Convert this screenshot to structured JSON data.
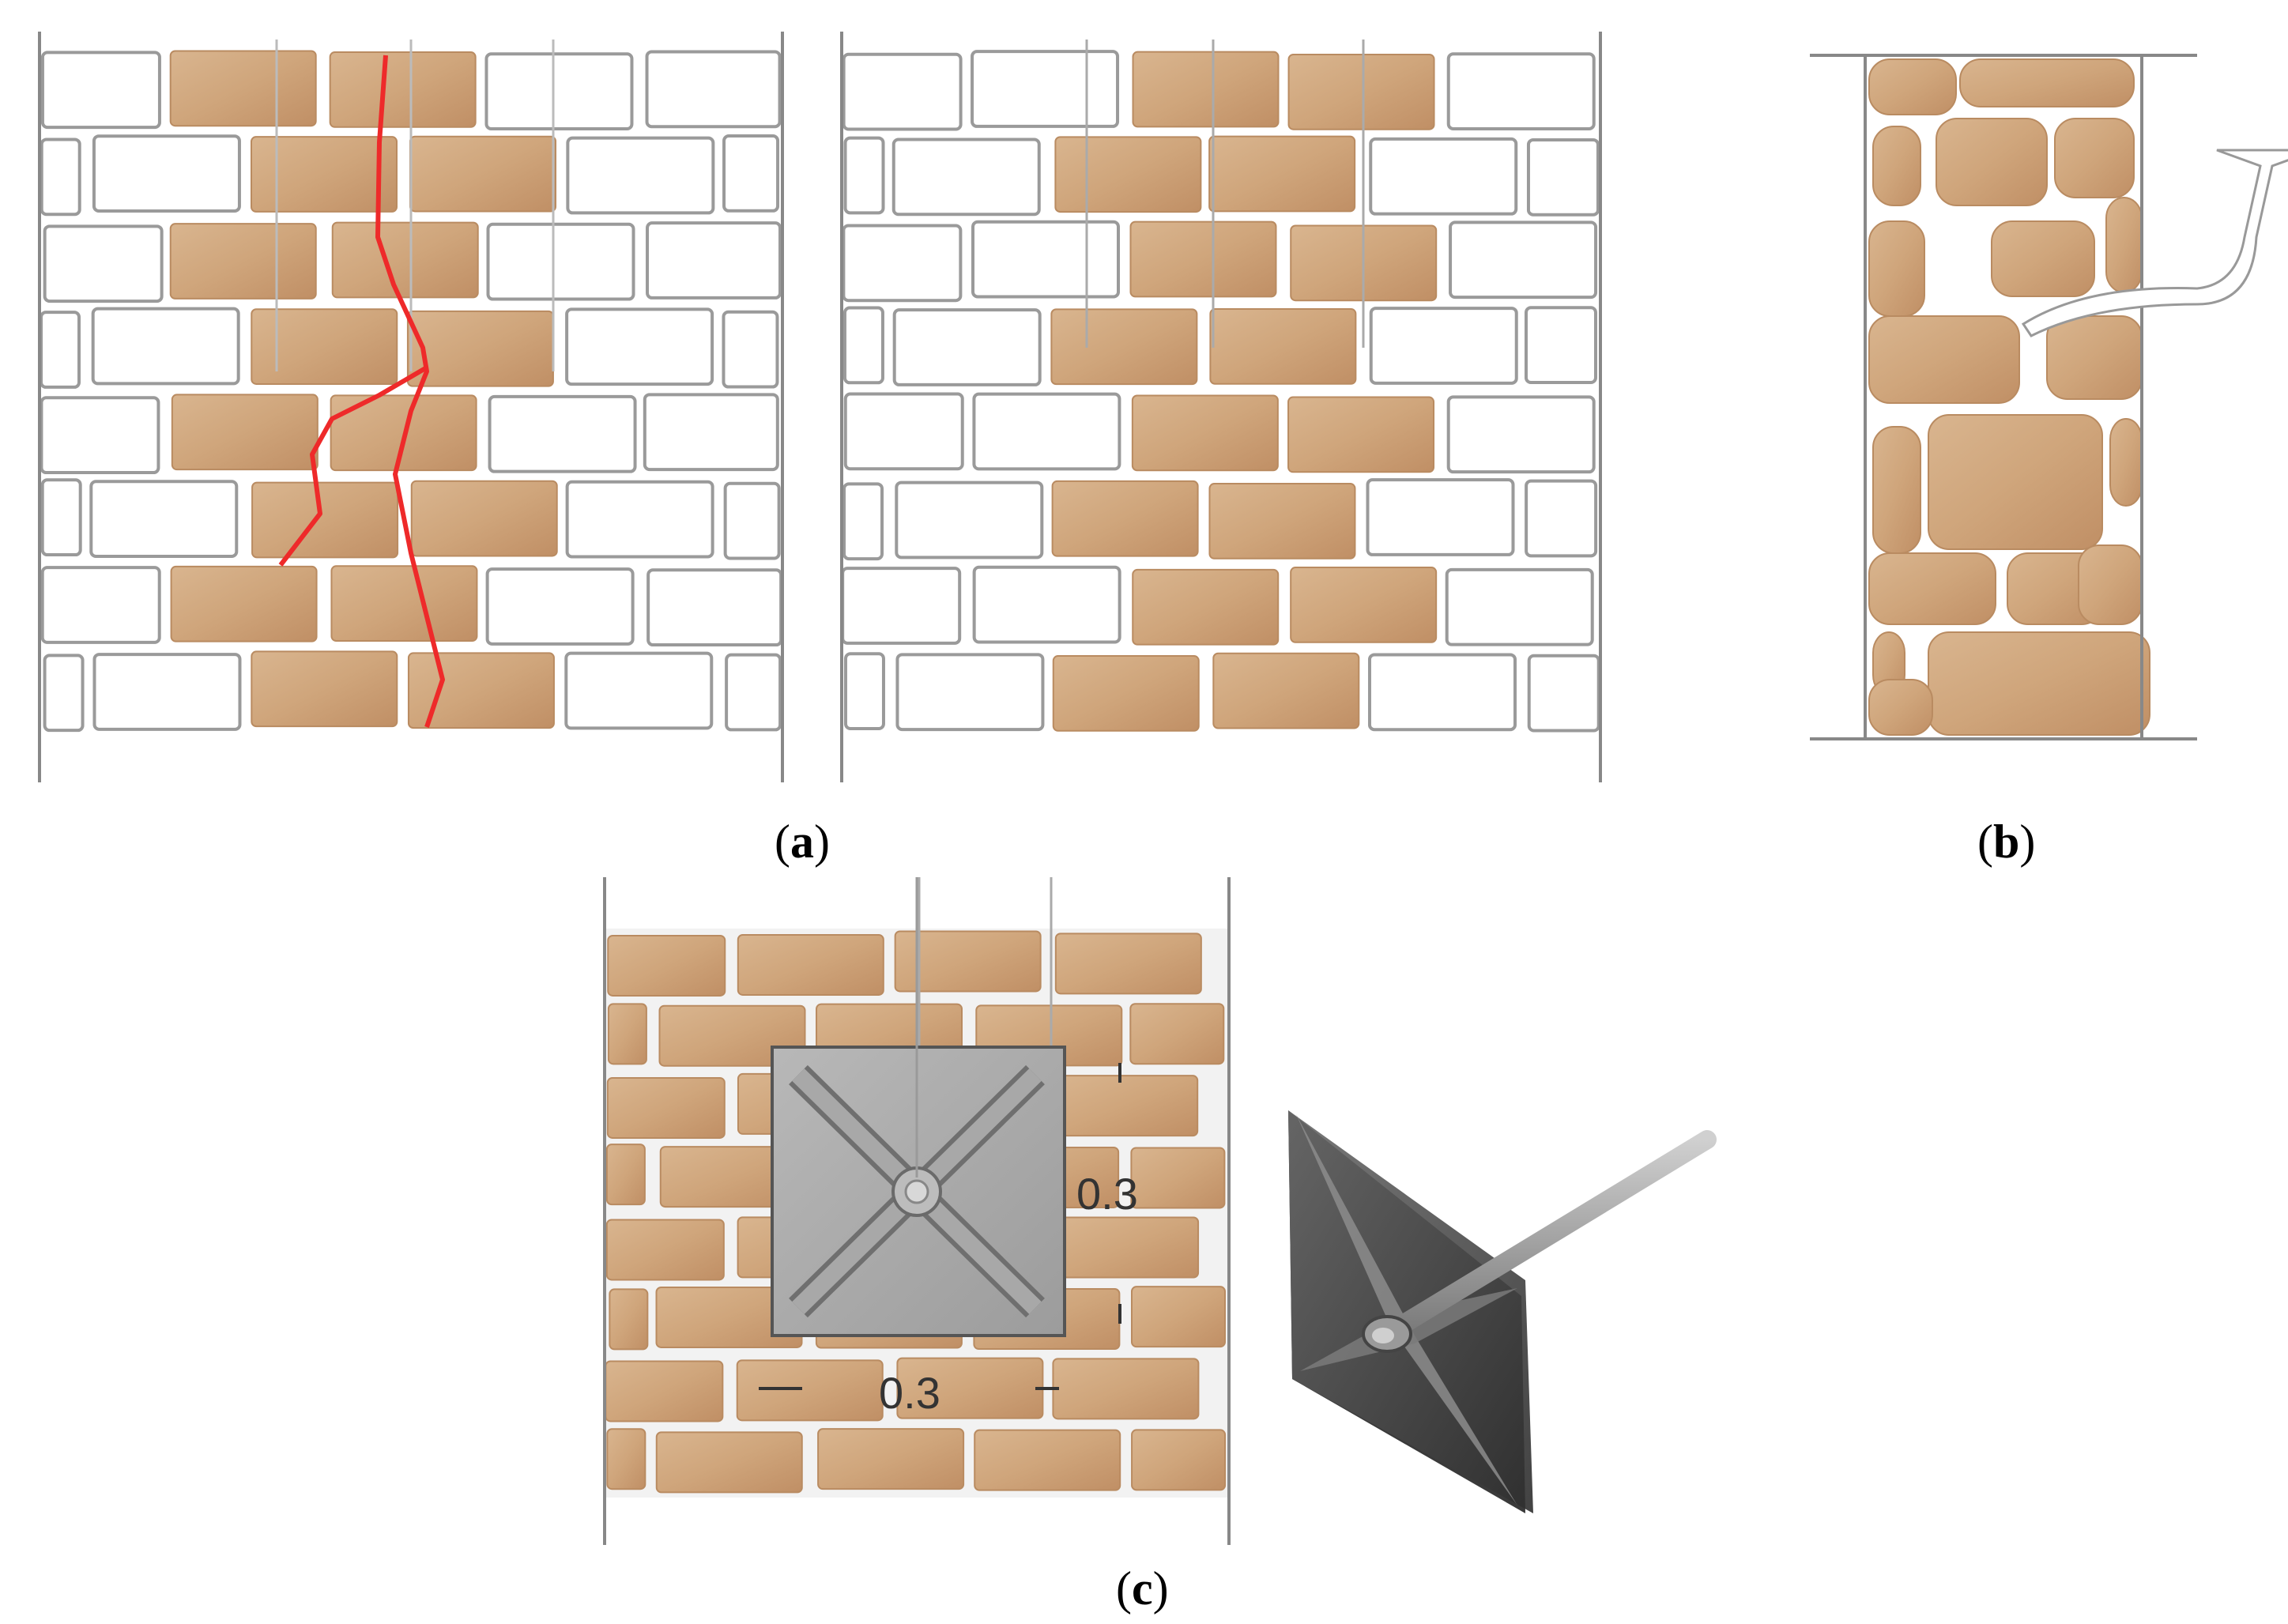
{
  "panels": {
    "a": {
      "caption_letter": "a"
    },
    "b": {
      "caption_letter": "b"
    },
    "c": {
      "caption_letter": "c"
    }
  },
  "dimensions": {
    "vertical": "0.3",
    "horizontal": "0.3"
  },
  "colors": {
    "stone": "#d2aa82",
    "stone_dark": "#b98b61",
    "mortar_line": "#9a9a9a",
    "crack": "#ee2a2a",
    "plate": "#aaaaaa",
    "plate_dark": "#6e6e6e",
    "anchor_dark": "#3c3c3c"
  }
}
